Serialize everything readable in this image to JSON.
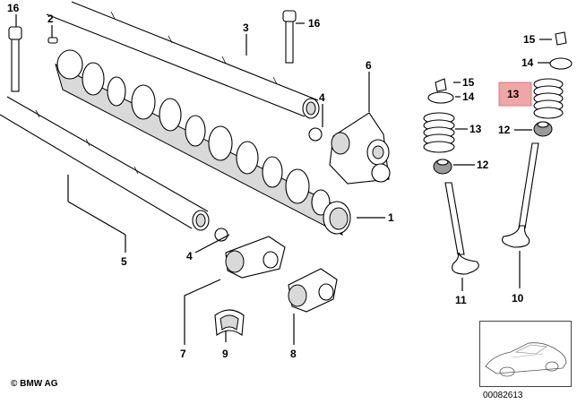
{
  "labels": {
    "p1": "1",
    "p2": "2",
    "p3": "3",
    "p4a": "4",
    "p4b": "4",
    "p5": "5",
    "p6": "6",
    "p7": "7",
    "p8": "8",
    "p9": "9",
    "p10": "10",
    "p11": "11",
    "p12a": "12",
    "p12b": "12",
    "p13a": "13",
    "p13b": "13",
    "p14a": "14",
    "p14b": "14",
    "p15a": "15",
    "p15b": "15",
    "p16a": "16",
    "p16b": "16"
  },
  "highlight": {
    "color": "#f0a6a6"
  },
  "footer": {
    "copyright": "© BMW AG",
    "figure_id": "00082613"
  }
}
